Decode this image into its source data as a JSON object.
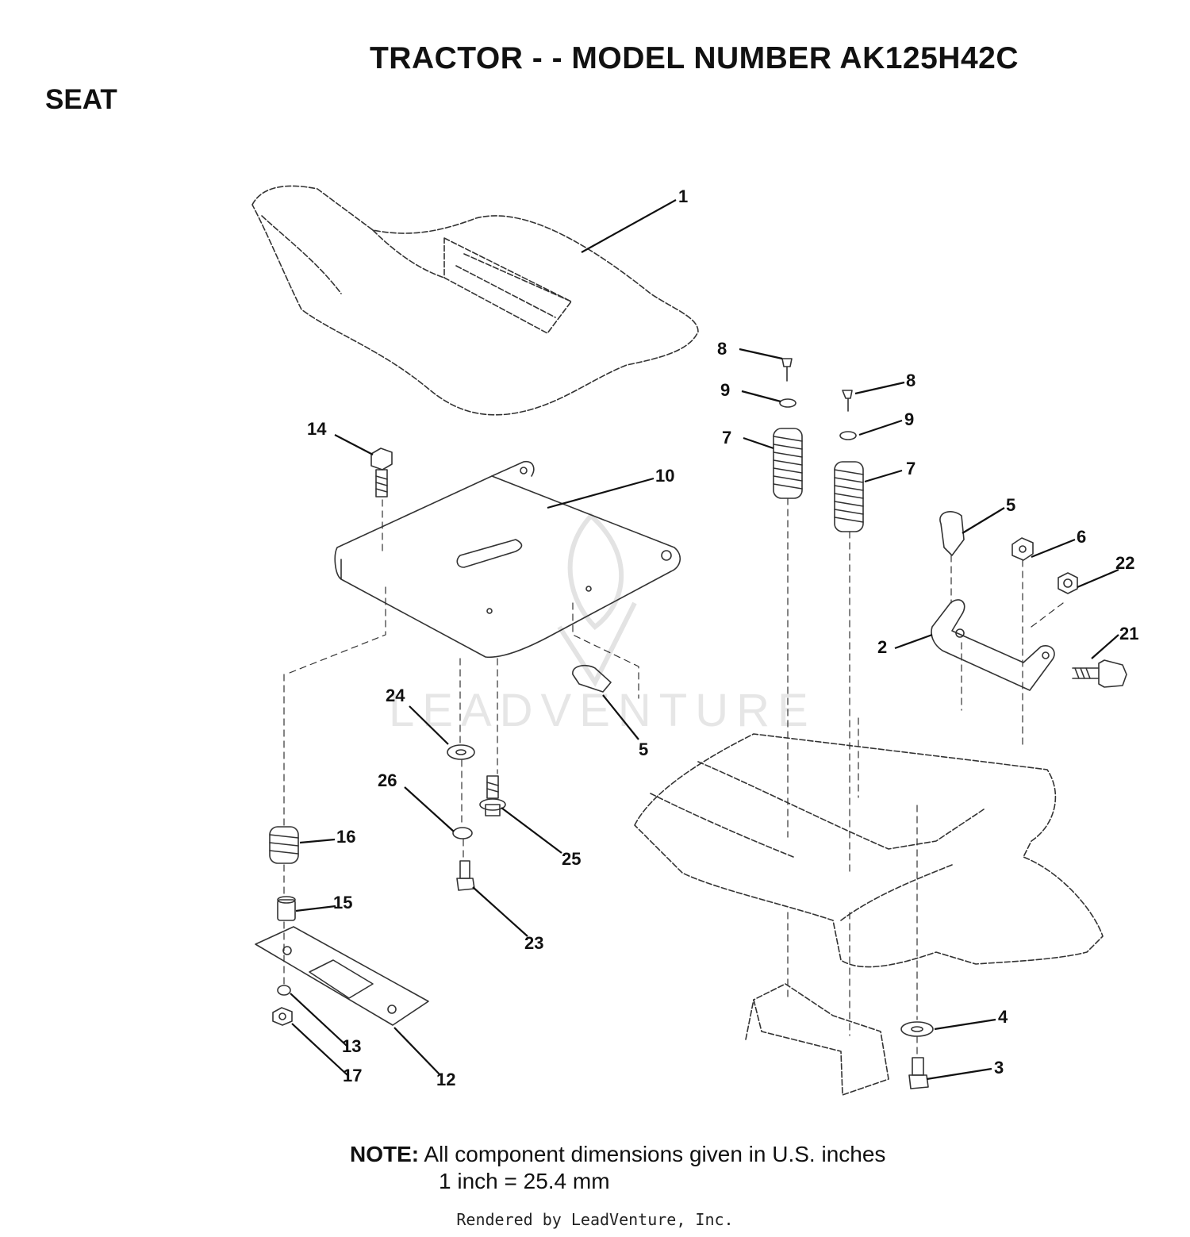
{
  "title": "TRACTOR - - MODEL NUMBER AK125H42C",
  "section": "SEAT",
  "watermark": "LEADVENTURE",
  "note": {
    "label": "NOTE:",
    "line1": "All component dimensions given in U.S. inches",
    "line2": "1 inch = 25.4 mm"
  },
  "rendered_by": "Rendered by LeadVenture, Inc.",
  "callouts": [
    "1",
    "2",
    "3",
    "4",
    "5",
    "5",
    "6",
    "7",
    "7",
    "8",
    "8",
    "9",
    "9",
    "10",
    "12",
    "13",
    "14",
    "15",
    "16",
    "17",
    "21",
    "22",
    "23",
    "24",
    "25",
    "26"
  ]
}
